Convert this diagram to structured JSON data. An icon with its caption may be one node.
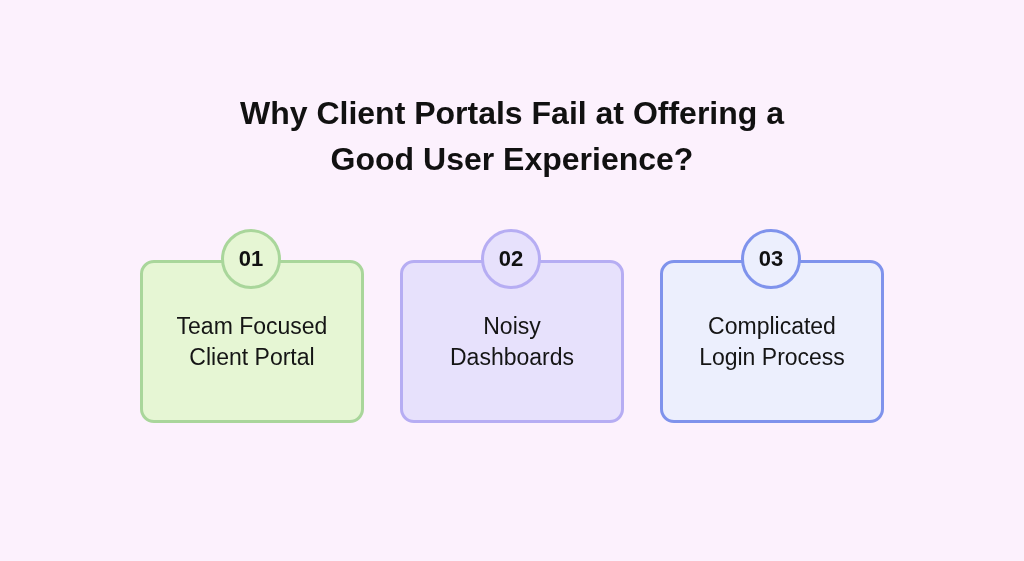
{
  "diagram": {
    "title": "Why Client Portals Fail at Offering a Good User Experience?",
    "nodes": [
      {
        "text": [
          "01"
        ]
      },
      {
        "text": [
          "Team Focused Client Portal"
        ]
      },
      {
        "text": [
          "02"
        ]
      },
      {
        "text": [
          "Noisy Dashboards"
        ]
      },
      {
        "text": [
          "03"
        ]
      },
      {
        "text": [
          "Complicated Login Process"
        ]
      }
    ]
  }
}
